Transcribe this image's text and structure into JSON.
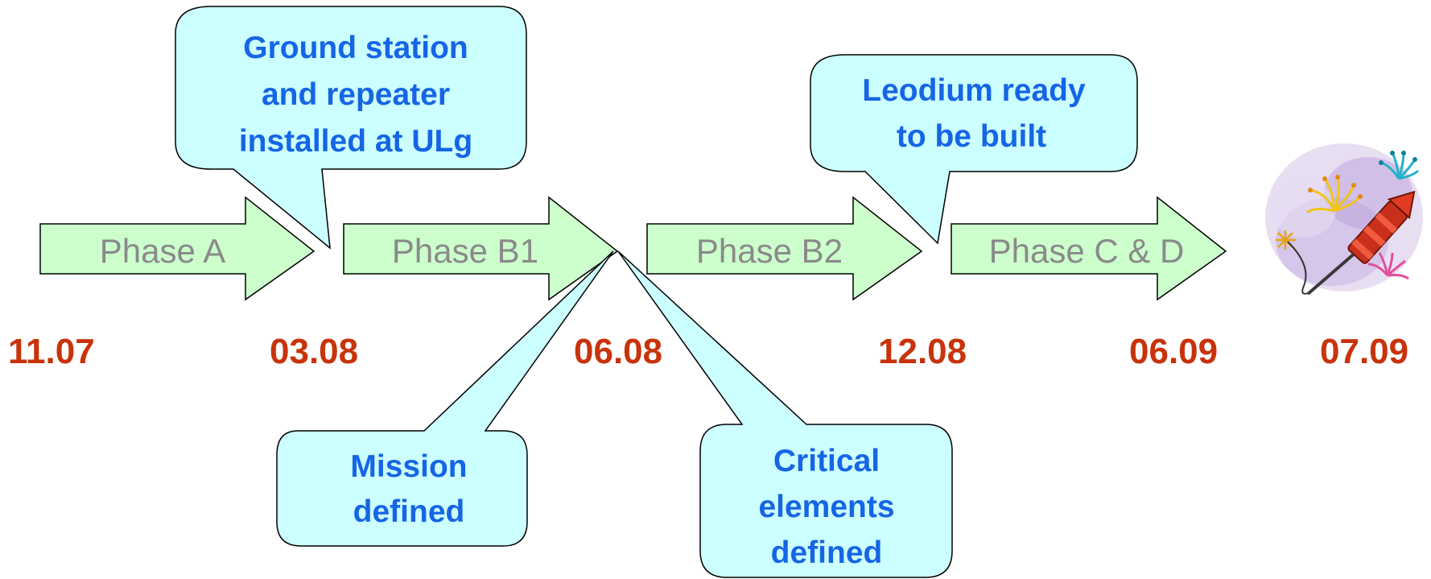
{
  "colors": {
    "arrow_fill": "#ccffcc",
    "callout_fill": "#ccffff",
    "outline": "#000000",
    "phase_text": "#8a8a8a",
    "date_text": "#c8330b",
    "callout_text": "#1565e6"
  },
  "phases": [
    {
      "label": "Phase A"
    },
    {
      "label": "Phase B1"
    },
    {
      "label": "Phase B2"
    },
    {
      "label": "Phase C & D"
    }
  ],
  "dates": [
    "11.07",
    "03.08",
    "06.08",
    "12.08",
    "06.09",
    "07.09"
  ],
  "callouts": [
    {
      "lines": [
        "Ground station",
        "and repeater",
        "installed at ULg"
      ]
    },
    {
      "lines": [
        "Leodium ready",
        "to be built"
      ]
    },
    {
      "lines": [
        "Mission",
        "defined"
      ]
    },
    {
      "lines": [
        "Critical",
        "elements",
        "defined"
      ]
    }
  ],
  "icons": {
    "celebration": "fireworks-rocket-icon"
  }
}
